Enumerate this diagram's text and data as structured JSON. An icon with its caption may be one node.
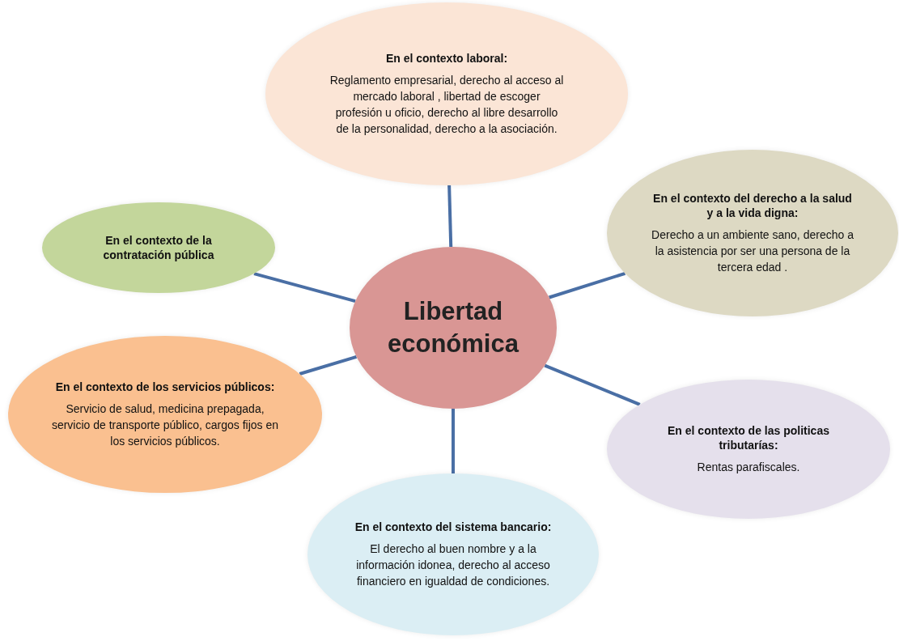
{
  "diagram": {
    "nodes": [
      {
        "text": [
          "En el contexto laboral:",
          "Reglamento empresarial, derecho al acceso al mercado laboral , libertad de escoger profesión u oficio, derecho al libre desarrollo de la personalidad, derecho a la asociación."
        ]
      },
      {
        "text": [
          "En el contexto del derecho a la salud y a la vida digna:",
          "Derecho a un ambiente sano, derecho a la asistencia por ser una persona de la tercera edad ."
        ]
      },
      {
        "text": [
          "En el contexto de la contratación pública"
        ]
      },
      {
        "text": [
          "Libertad económica"
        ]
      },
      {
        "text": [
          "En el contexto de los servicios públicos:",
          "Servicio de salud, medicina prepagada,  servicio de transporte público, cargos fijos en los servicios  públicos."
        ]
      },
      {
        "text": [
          "En el contexto de las politicas tributarías:",
          "Rentas parafiscales."
        ]
      },
      {
        "text": [
          "En el contexto del sistema bancario:",
          "El derecho al  buen nombre y a la información idonea, derecho al acceso financiero en igualdad de condiciones."
        ]
      }
    ],
    "edges": [
      {
        "from": 3,
        "to": 0,
        "arrow": "none"
      },
      {
        "from": 3,
        "to": 1,
        "arrow": "none"
      },
      {
        "from": 3,
        "to": 2,
        "arrow": "none"
      },
      {
        "from": 3,
        "to": 4,
        "arrow": "none"
      },
      {
        "from": 3,
        "to": 5,
        "arrow": "none"
      },
      {
        "from": 3,
        "to": 6,
        "arrow": "none"
      }
    ]
  }
}
